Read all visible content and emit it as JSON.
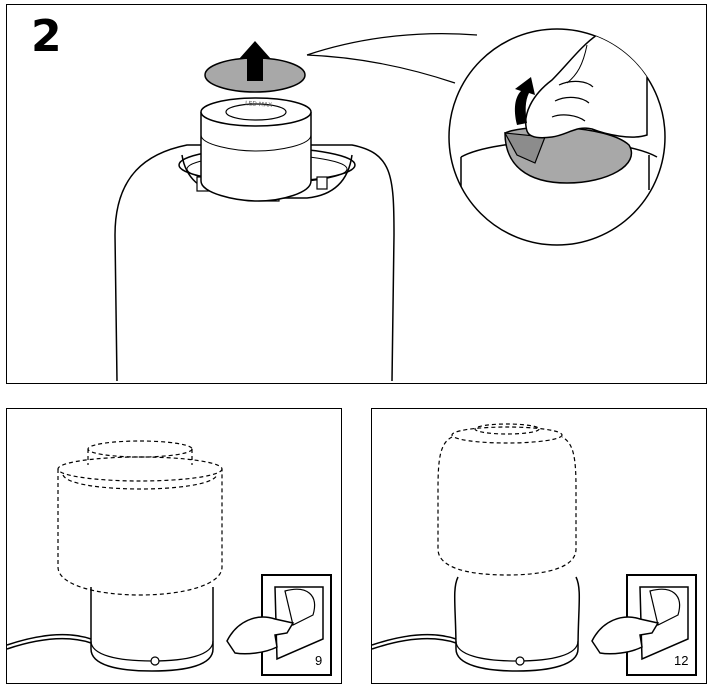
{
  "step": {
    "number": "2"
  },
  "alternatives": [
    {
      "page_ref": "9"
    },
    {
      "page_ref": "12"
    }
  ],
  "colors": {
    "line": "#000000",
    "disc_fill": "#a8a8a8",
    "background": "#ffffff"
  },
  "icons": [
    "up-arrow-icon",
    "hand-peeling-icon",
    "page-turn-hand-icon"
  ]
}
